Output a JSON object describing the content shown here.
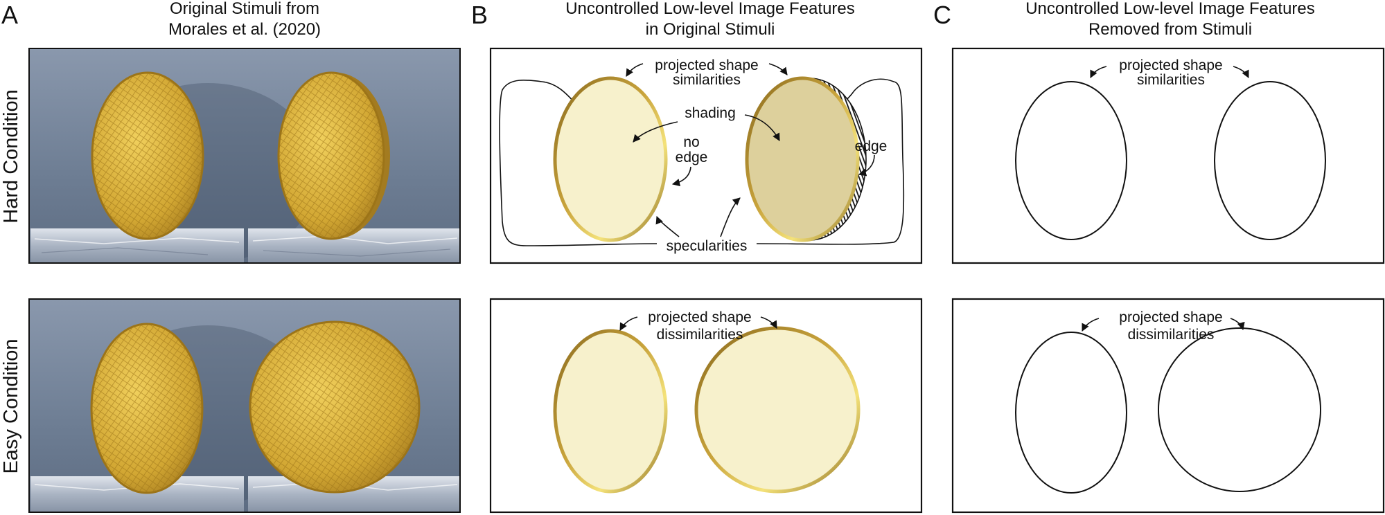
{
  "panels": {
    "A": {
      "letter": "A",
      "title_line1": "Original Stimuli from",
      "title_line2": "Morales et al. (2020)"
    },
    "B": {
      "letter": "B",
      "title_line1": "Uncontrolled Low-level Image Features",
      "title_line2": "in Original Stimuli"
    },
    "C": {
      "letter": "C",
      "title_line1": "Uncontrolled Low-level Image Features",
      "title_line2": "Removed from Stimuli"
    }
  },
  "rows": {
    "hard": "Hard Condition",
    "easy": "Easy Condition"
  },
  "annotations": {
    "projected_shape": "projected shape",
    "similarities": "similarities",
    "dissimilarities": "dissimilarities",
    "shading": "shading",
    "no": "no",
    "edge_word": "edge",
    "edge_label": "edge",
    "specularities": "specularities"
  },
  "colors": {
    "wall": "#6f7f95",
    "gold": "#c7a23a",
    "gold_dark": "#8a6a1e",
    "pale_fill": "#f7f1cc",
    "shaded_fill": "#ddd09c",
    "marble": "#b9c2cf"
  }
}
